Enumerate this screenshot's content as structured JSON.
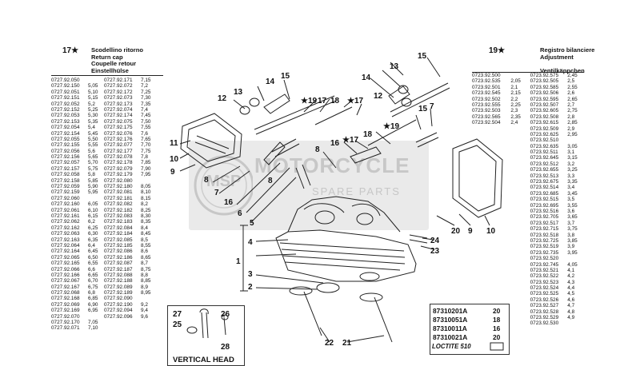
{
  "left_ref": {
    "num": "17★",
    "lines": [
      "Scodellino ritorno",
      "Return cap",
      "Coupelle retour",
      "Einstellhülse"
    ]
  },
  "left_table": [
    [
      "0727.92.050",
      "",
      "0727.92.171",
      "7,15"
    ],
    [
      "0727.92.150",
      "5,05",
      "0727.92.072",
      "7,2"
    ],
    [
      "0727.92.051",
      "5,10",
      "0727.92.172",
      "7,25"
    ],
    [
      "0727.92.151",
      "5,15",
      "0727.92.073",
      "7,30"
    ],
    [
      "0727.92.052",
      "5,2",
      "0727.92.173",
      "7,35"
    ],
    [
      "0727.92.152",
      "5,25",
      "0727.92.074",
      "7,4"
    ],
    [
      "0727.92.053",
      "5,30",
      "0727.92.174",
      "7,45"
    ],
    [
      "0727.92.153",
      "5,35",
      "0727.92.075",
      "7,50"
    ],
    [
      "0727.92.054",
      "5,4",
      "0727.92.175",
      "7,55"
    ],
    [
      "0727.92.154",
      "5,45",
      "0727.92.076",
      "7,6"
    ],
    [
      "0727.92.055",
      "5,50",
      "0727.92.176",
      "7,65"
    ],
    [
      "0727.92.155",
      "5,55",
      "0727.92.077",
      "7,70"
    ],
    [
      "0727.92.056",
      "5,6",
      "0727.92.177",
      "7,75"
    ],
    [
      "0727.92.156",
      "5,65",
      "0727.92.078",
      "7,8"
    ],
    [
      "0727.92.057",
      "5,70",
      "0727.92.178",
      "7,85"
    ],
    [
      "0727.92.157",
      "5,75",
      "0727.92.079",
      "7,90"
    ],
    [
      "0727.92.058",
      "5,8",
      "0727.92.179",
      "7,95"
    ],
    [
      "0727.92.158",
      "5,85",
      "0727.92.080",
      ""
    ],
    [
      "0727.92.059",
      "5,90",
      "0727.92.180",
      "8,05"
    ],
    [
      "0727.92.159",
      "5,95",
      "0727.92.081",
      "8,10"
    ],
    [
      "0727.92.060",
      "",
      "0727.92.181",
      "8,15"
    ],
    [
      "0727.92.160",
      "6,05",
      "0727.92.082",
      "8,2"
    ],
    [
      "0727.92.061",
      "6,10",
      "0727.92.182",
      "8,25"
    ],
    [
      "0727.92.161",
      "6,15",
      "0727.92.083",
      "8,30"
    ],
    [
      "0727.92.062",
      "6,2",
      "0727.92.183",
      "8,35"
    ],
    [
      "0727.92.162",
      "6,25",
      "0727.92.084",
      "8,4"
    ],
    [
      "0727.92.063",
      "6,30",
      "0727.92.184",
      "8,45"
    ],
    [
      "0727.92.163",
      "6,35",
      "0727.92.085",
      "8,5"
    ],
    [
      "0727.92.064",
      "6,4",
      "0727.92.185",
      "8,55"
    ],
    [
      "0727.92.164",
      "6,45",
      "0727.92.086",
      "8,6"
    ],
    [
      "0727.92.065",
      "6,50",
      "0727.92.186",
      "8,65"
    ],
    [
      "0727.92.165",
      "6,55",
      "0727.92.087",
      "8,7"
    ],
    [
      "0727.92.066",
      "6,6",
      "0727.92.187",
      "8,75"
    ],
    [
      "0727.92.166",
      "6,65",
      "0727.92.088",
      "8,8"
    ],
    [
      "0727.92.067",
      "6,70",
      "0727.92.188",
      "8,85"
    ],
    [
      "0727.92.167",
      "6,75",
      "0727.92.089",
      "8,9"
    ],
    [
      "0727.92.068",
      "6,8",
      "0727.92.189",
      "8,95"
    ],
    [
      "0727.92.168",
      "6,85",
      "0727.92.090",
      ""
    ],
    [
      "0727.92.069",
      "6,90",
      "0727.92.190",
      "9,2"
    ],
    [
      "0727.92.169",
      "6,95",
      "0727.92.094",
      "9,4"
    ],
    [
      "0727.92.070",
      "",
      "0727.92.096",
      "9,6"
    ],
    [
      "0727.92.170",
      "7,05",
      "",
      ""
    ],
    [
      "0727.92.071",
      "7,10",
      "",
      ""
    ]
  ],
  "right_ref": {
    "num": "19★",
    "lines": [
      "Registro bilanciere",
      "Adjustment",
      "",
      "Ventilkäppchen"
    ]
  },
  "right_table": [
    [
      "0723.92.500",
      "",
      "0723.92.575",
      "2,45"
    ],
    [
      "0723.92.535",
      "2,05",
      "0723.92.505",
      "2,5"
    ],
    [
      "0723.92.501",
      "2,1",
      "0723.92.585",
      "2,55"
    ],
    [
      "0723.92.545",
      "2,15",
      "0723.92.506",
      "2,6"
    ],
    [
      "0723.92.502",
      "2,2",
      "0723.92.595",
      "2,65"
    ],
    [
      "0723.92.555",
      "2,25",
      "0723.92.507",
      "2,7"
    ],
    [
      "0723.92.503",
      "2,3",
      "0723.92.605",
      "2,75"
    ],
    [
      "0723.92.565",
      "2,35",
      "0723.92.508",
      "2,8"
    ],
    [
      "0723.92.504",
      "2,4",
      "0723.92.615",
      "2,85"
    ],
    [
      "",
      "",
      "0723.92.509",
      "2,9"
    ],
    [
      "",
      "",
      "0723.92.625",
      "2,95"
    ],
    [
      "",
      "",
      "0723.92.510",
      ""
    ],
    [
      "",
      "",
      "0723.92.635",
      "3,05"
    ],
    [
      "",
      "",
      "0723.92.511",
      "3,1"
    ],
    [
      "",
      "",
      "0723.92.645",
      "3,15"
    ],
    [
      "",
      "",
      "0723.92.512",
      "3,2"
    ],
    [
      "",
      "",
      "0723.92.655",
      "3,25"
    ],
    [
      "",
      "",
      "0723.92.513",
      "3,3"
    ],
    [
      "",
      "",
      "0723.92.675",
      "3,35"
    ],
    [
      "",
      "",
      "0723.92.514",
      "3,4"
    ],
    [
      "",
      "",
      "0723.92.685",
      "3,45"
    ],
    [
      "",
      "",
      "0723.92.515",
      "3,5"
    ],
    [
      "",
      "",
      "0723.92.695",
      "3,55"
    ],
    [
      "",
      "",
      "0723.92.516",
      "3,6"
    ],
    [
      "",
      "",
      "0723.92.705",
      "3,65"
    ],
    [
      "",
      "",
      "0723.92.517",
      "3,7"
    ],
    [
      "",
      "",
      "0723.92.715",
      "3,75"
    ],
    [
      "",
      "",
      "0723.92.518",
      "3,8"
    ],
    [
      "",
      "",
      "0723.92.725",
      "3,85"
    ],
    [
      "",
      "",
      "0723.92.519",
      "3,9"
    ],
    [
      "",
      "",
      "0723.92.735",
      "3,95"
    ],
    [
      "",
      "",
      "0723.92.520",
      ""
    ],
    [
      "",
      "",
      "0723.92.745",
      "4,05"
    ],
    [
      "",
      "",
      "0723.92.521",
      "4,1"
    ],
    [
      "",
      "",
      "0723.92.522",
      "4,2"
    ],
    [
      "",
      "",
      "0723.92.523",
      "4,3"
    ],
    [
      "",
      "",
      "0723.92.524",
      "4,4"
    ],
    [
      "",
      "",
      "0723.92.525",
      "4,5"
    ],
    [
      "",
      "",
      "0723.92.526",
      "4,6"
    ],
    [
      "",
      "",
      "0723.92.527",
      "4,7"
    ],
    [
      "",
      "",
      "0723.92.528",
      "4,8"
    ],
    [
      "",
      "",
      "0723.92.529",
      "4,9"
    ],
    [
      "",
      "",
      "0723.92.530",
      ""
    ]
  ],
  "callouts": [
    "15",
    "14",
    "13",
    "12",
    "★19",
    "17",
    "18",
    "★17",
    "8",
    "15",
    "14",
    "12",
    "13",
    "15",
    "7",
    "11",
    "10",
    "9",
    "8",
    "7",
    "16",
    "6",
    "5",
    "4",
    "1",
    "3",
    "2",
    "★19",
    "18",
    "★17",
    "16",
    "8",
    "20",
    "9",
    "10",
    "24",
    "23",
    "22",
    "21"
  ],
  "loctite_box": {
    "parts": [
      {
        "code": "87310201A",
        "ref": "20"
      },
      {
        "code": "87310051A",
        "ref": "18"
      },
      {
        "code": "87310011A",
        "ref": "16"
      },
      {
        "code": "87310021A",
        "ref": "20"
      }
    ],
    "footer": "LOCTITE 510"
  },
  "vertical_head": {
    "title": "VERTICAL HEAD",
    "callouts": [
      "27",
      "26",
      "25",
      "28"
    ]
  },
  "watermark": {
    "title": "MOTORCYCLE",
    "subtitle": "SPARE PARTS",
    "logo": "MSP"
  },
  "colors": {
    "ink": "#111111",
    "watermark": "#bdbdbd"
  }
}
